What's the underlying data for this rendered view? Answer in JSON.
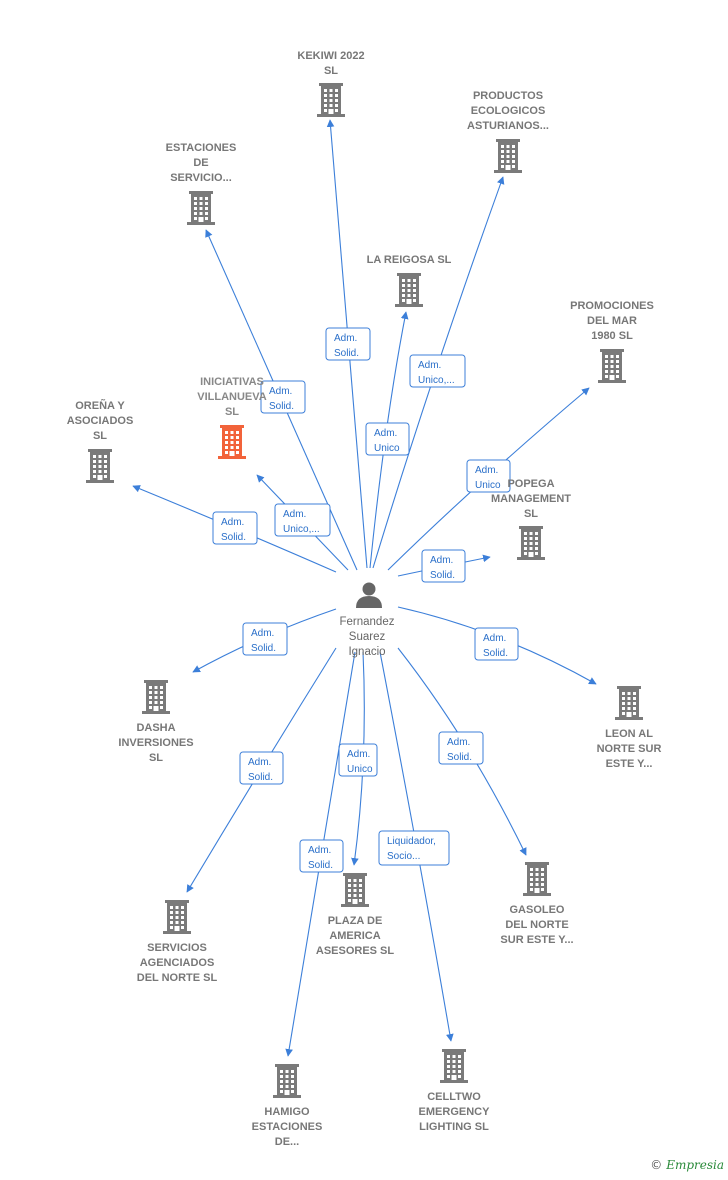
{
  "colors": {
    "edge": "#3c7fd9",
    "building": "#7a7a7a",
    "highlight": "#f2633a",
    "person": "#666666"
  },
  "person": {
    "name": [
      "Fernandez",
      "Suarez",
      "Ignacio"
    ]
  },
  "companies": [
    {
      "id": "kekiwi",
      "label": [
        "KEKIWI 2022",
        "SL"
      ],
      "highlight": false
    },
    {
      "id": "productos",
      "label": [
        "PRODUCTOS",
        "ECOLOGICOS",
        "ASTURIANOS..."
      ],
      "highlight": false
    },
    {
      "id": "estaciones",
      "label": [
        "ESTACIONES",
        "DE",
        "SERVICIO..."
      ],
      "highlight": false
    },
    {
      "id": "reigosa",
      "label": [
        "LA REIGOSA SL"
      ],
      "highlight": false
    },
    {
      "id": "promociones",
      "label": [
        "PROMOCIONES",
        "DEL MAR",
        "1980 SL"
      ],
      "highlight": false
    },
    {
      "id": "iniciativas",
      "label": [
        "INICIATIVAS",
        "VILLANUEVA",
        "SL"
      ],
      "highlight": true
    },
    {
      "id": "orena",
      "label": [
        "OREÑA Y",
        "ASOCIADOS",
        "SL"
      ],
      "highlight": false
    },
    {
      "id": "popega",
      "label": [
        "POPEGA",
        "MANAGEMENT",
        "SL"
      ],
      "highlight": false
    },
    {
      "id": "dasha",
      "label": [
        "DASHA",
        "INVERSIONES",
        "SL"
      ],
      "highlight": false
    },
    {
      "id": "leon",
      "label": [
        "LEON AL",
        "NORTE SUR",
        "ESTE Y..."
      ],
      "highlight": false
    },
    {
      "id": "servicios",
      "label": [
        "SERVICIOS",
        "AGENCIADOS",
        "DEL NORTE  SL"
      ],
      "highlight": false
    },
    {
      "id": "plaza",
      "label": [
        "PLAZA DE",
        "AMERICA",
        "ASESORES  SL"
      ],
      "highlight": false
    },
    {
      "id": "gasoleo",
      "label": [
        "GASOLEO",
        "DEL NORTE",
        "SUR ESTE Y..."
      ],
      "highlight": false
    },
    {
      "id": "hamigo",
      "label": [
        "HAMIGO",
        "ESTACIONES",
        "DE..."
      ],
      "highlight": false
    },
    {
      "id": "celltwo",
      "label": [
        "CELLTWO",
        "EMERGENCY",
        "LIGHTING SL"
      ],
      "highlight": false
    }
  ],
  "edges": [
    {
      "to": "kekiwi",
      "label": [
        "Adm.",
        "Solid."
      ]
    },
    {
      "to": "productos",
      "label": [
        "Adm.",
        "Unico,..."
      ]
    },
    {
      "to": "estaciones",
      "label": [
        "Adm.",
        "Solid."
      ]
    },
    {
      "to": "reigosa",
      "label": [
        "Adm.",
        "Unico"
      ]
    },
    {
      "to": "promociones",
      "label": [
        "Adm.",
        "Unico"
      ]
    },
    {
      "to": "iniciativas",
      "label": [
        "Adm.",
        "Unico,..."
      ]
    },
    {
      "to": "orena",
      "label": [
        "Adm.",
        "Solid."
      ]
    },
    {
      "to": "popega",
      "label": [
        "Adm.",
        "Solid."
      ]
    },
    {
      "to": "dasha",
      "label": [
        "Adm.",
        "Solid."
      ]
    },
    {
      "to": "leon",
      "label": [
        "Adm.",
        "Solid."
      ]
    },
    {
      "to": "servicios",
      "label": [
        "Adm.",
        "Solid."
      ]
    },
    {
      "to": "plaza",
      "label": [
        "Adm.",
        "Unico"
      ]
    },
    {
      "to": "gasoleo",
      "label": [
        "Adm.",
        "Solid."
      ]
    },
    {
      "to": "hamigo",
      "label": [
        "Adm.",
        "Solid."
      ]
    },
    {
      "to": "celltwo",
      "label": [
        "Liquidador,",
        "Socio..."
      ]
    }
  ],
  "footer": {
    "copyright": "©",
    "brand": "Empresia"
  }
}
